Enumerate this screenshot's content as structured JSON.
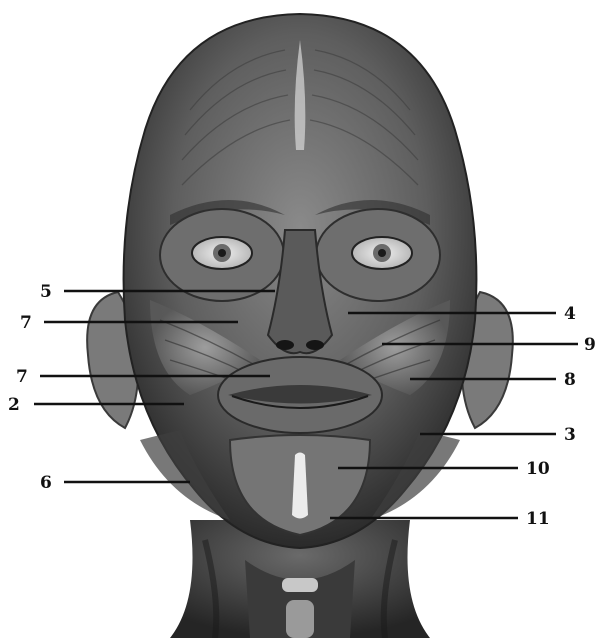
{
  "figure": {
    "subject": "anterior view of facial and neck musculature",
    "colors": {
      "background": "#ffffff",
      "ink": "#111111"
    }
  },
  "callouts": [
    {
      "id": "c5a",
      "number": "5"
    },
    {
      "id": "c7a",
      "number": "7"
    },
    {
      "id": "c7b",
      "number": "7"
    },
    {
      "id": "c2",
      "number": "2"
    },
    {
      "id": "c6",
      "number": "6"
    },
    {
      "id": "c4",
      "number": "4"
    },
    {
      "id": "c9",
      "number": "9"
    },
    {
      "id": "c8",
      "number": "8"
    },
    {
      "id": "c3",
      "number": "3"
    },
    {
      "id": "c10",
      "number": "10"
    },
    {
      "id": "c11",
      "number": "11"
    }
  ]
}
